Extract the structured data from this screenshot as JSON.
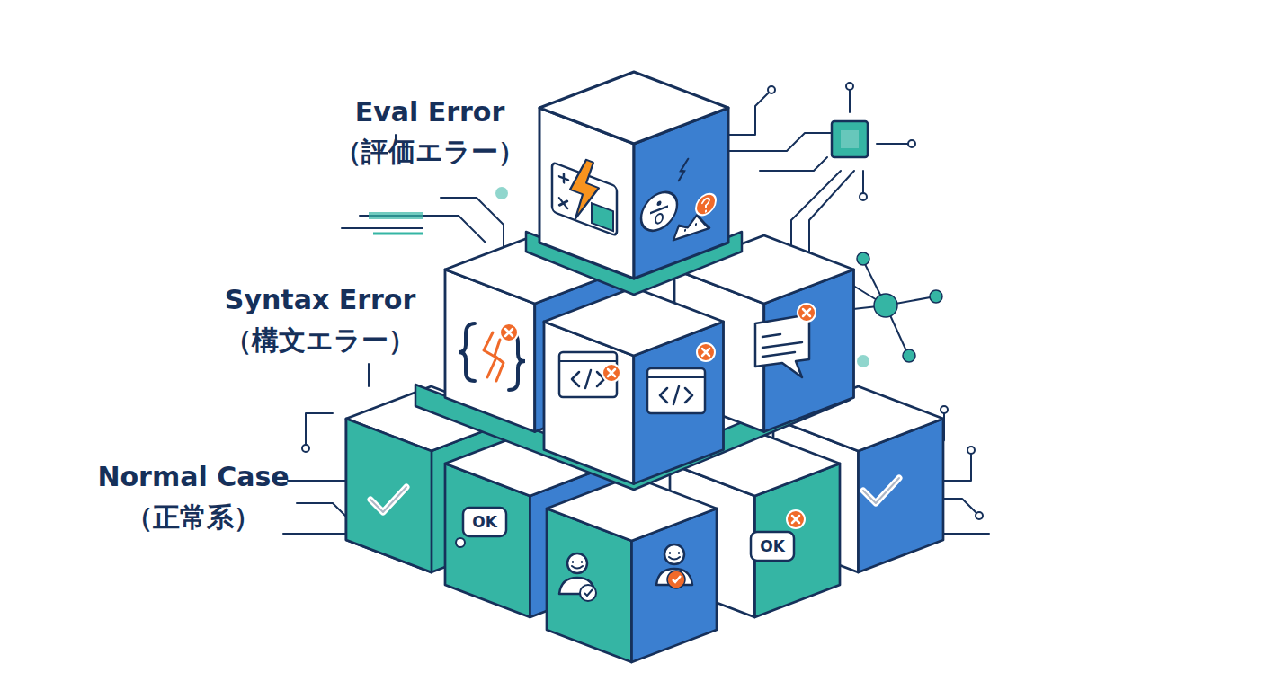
{
  "diagram": {
    "labels": [
      "Eval Error",
      "（評価エラー）",
      "Syntax Error",
      "（構文エラー）",
      "Normal Case",
      "（正常系）",
      "OK",
      "OK"
    ]
  }
}
